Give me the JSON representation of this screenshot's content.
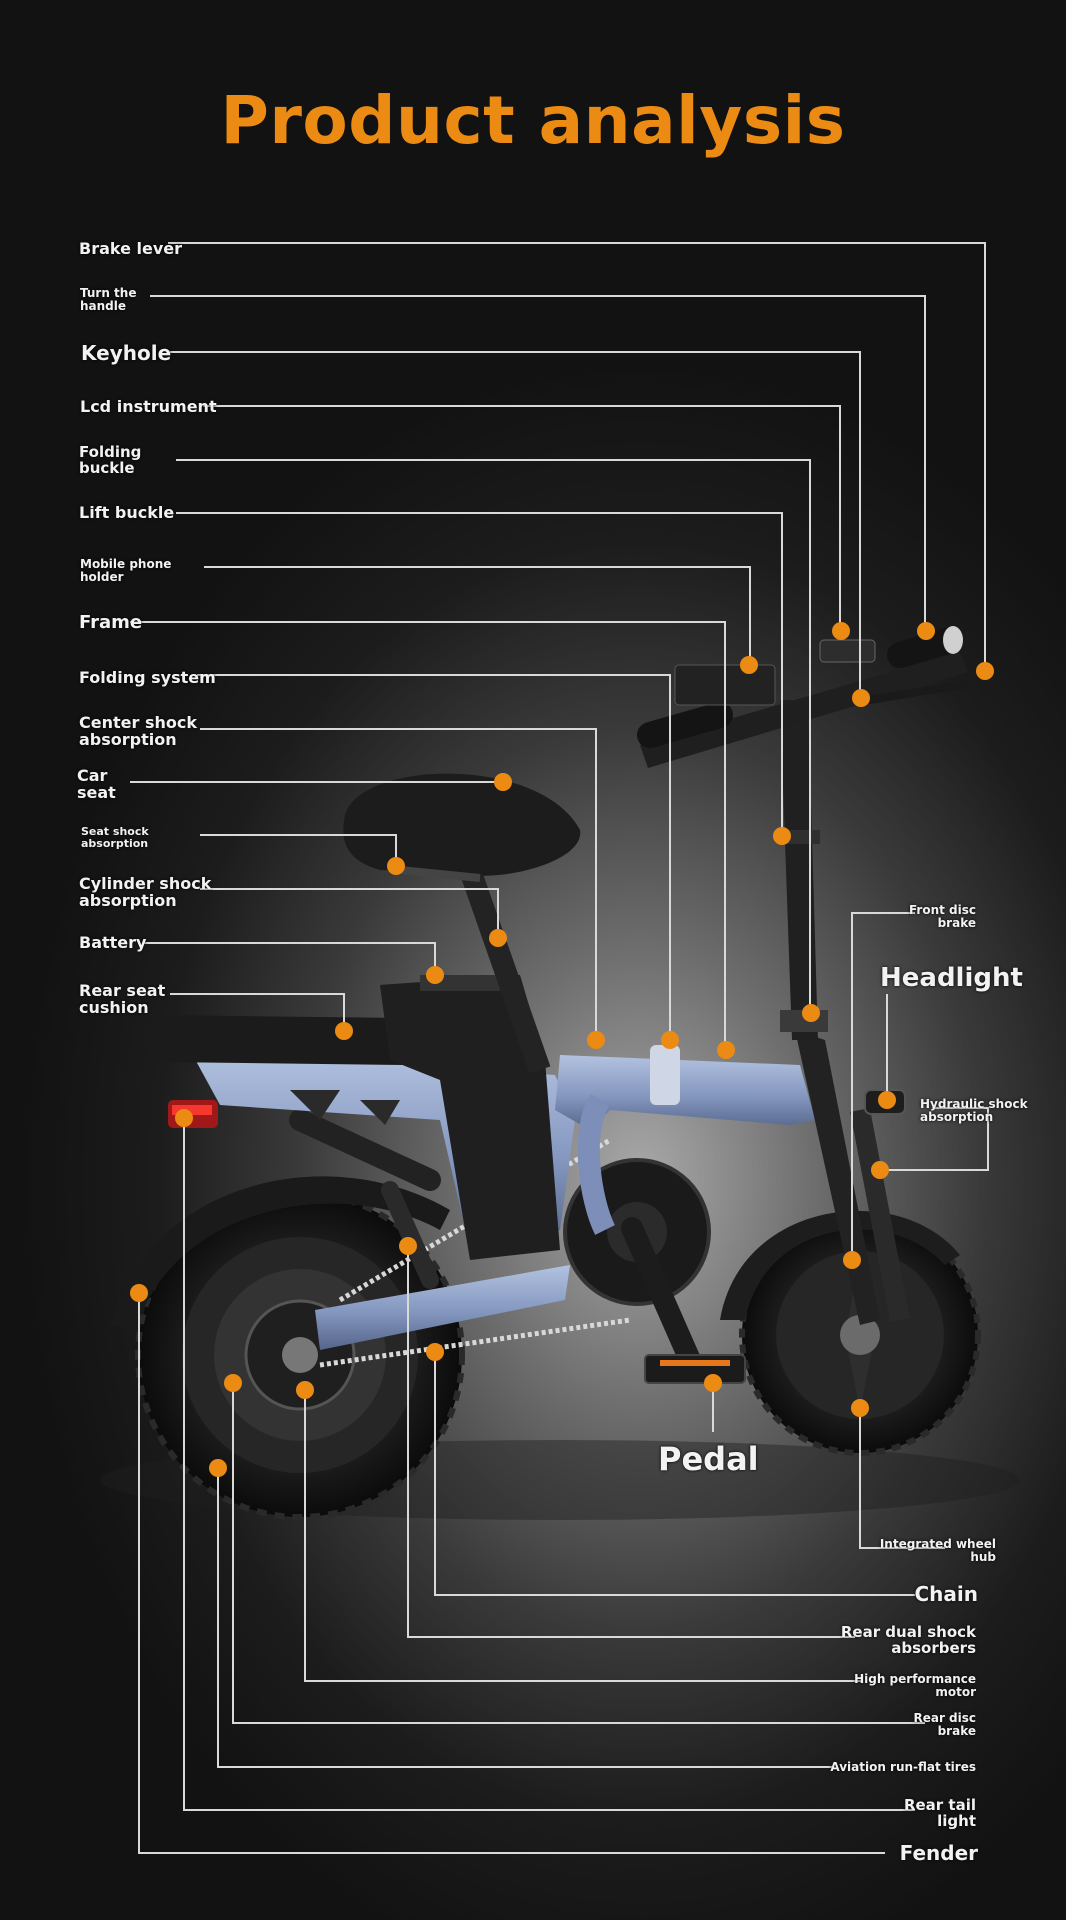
{
  "title": "Product analysis",
  "colors": {
    "accent": "#ec8b13",
    "line": "#d9d9d9",
    "frame": "#8fa3c8"
  },
  "labels": {
    "brake_lever": "Brake lever",
    "turn_handle": "Turn the\nhandle",
    "keyhole": "Keyhole",
    "lcd_instrument": "Lcd instrument",
    "folding_buckle": "Folding\nbuckle",
    "lift_buckle": "Lift buckle",
    "phone_holder": "Mobile phone\nholder",
    "frame": "Frame",
    "folding_system": "Folding system",
    "center_shock": "Center shock\nabsorption",
    "car_seat": "Car\nseat",
    "seat_shock": "Seat shock\nabsorption",
    "cylinder_shock": "Cylinder shock\nabsorption",
    "battery": "Battery",
    "rear_seat_cushion": "Rear seat\ncushion",
    "front_disc_brake": "Front disc\nbrake",
    "headlight": "Headlight",
    "hydraulic_shock": "Hydraulic shock\nabsorption",
    "pedal": "Pedal",
    "integrated_hub": "Integrated wheel\nhub",
    "chain": "Chain",
    "rear_dual_shock": "Rear dual shock\nabsorbers",
    "motor": "High performance\nmotor",
    "rear_disc_brake": "Rear disc\nbrake",
    "tires": "Aviation run-flat tires",
    "tail_light": "Rear tail\nlight",
    "fender": "Fender"
  }
}
